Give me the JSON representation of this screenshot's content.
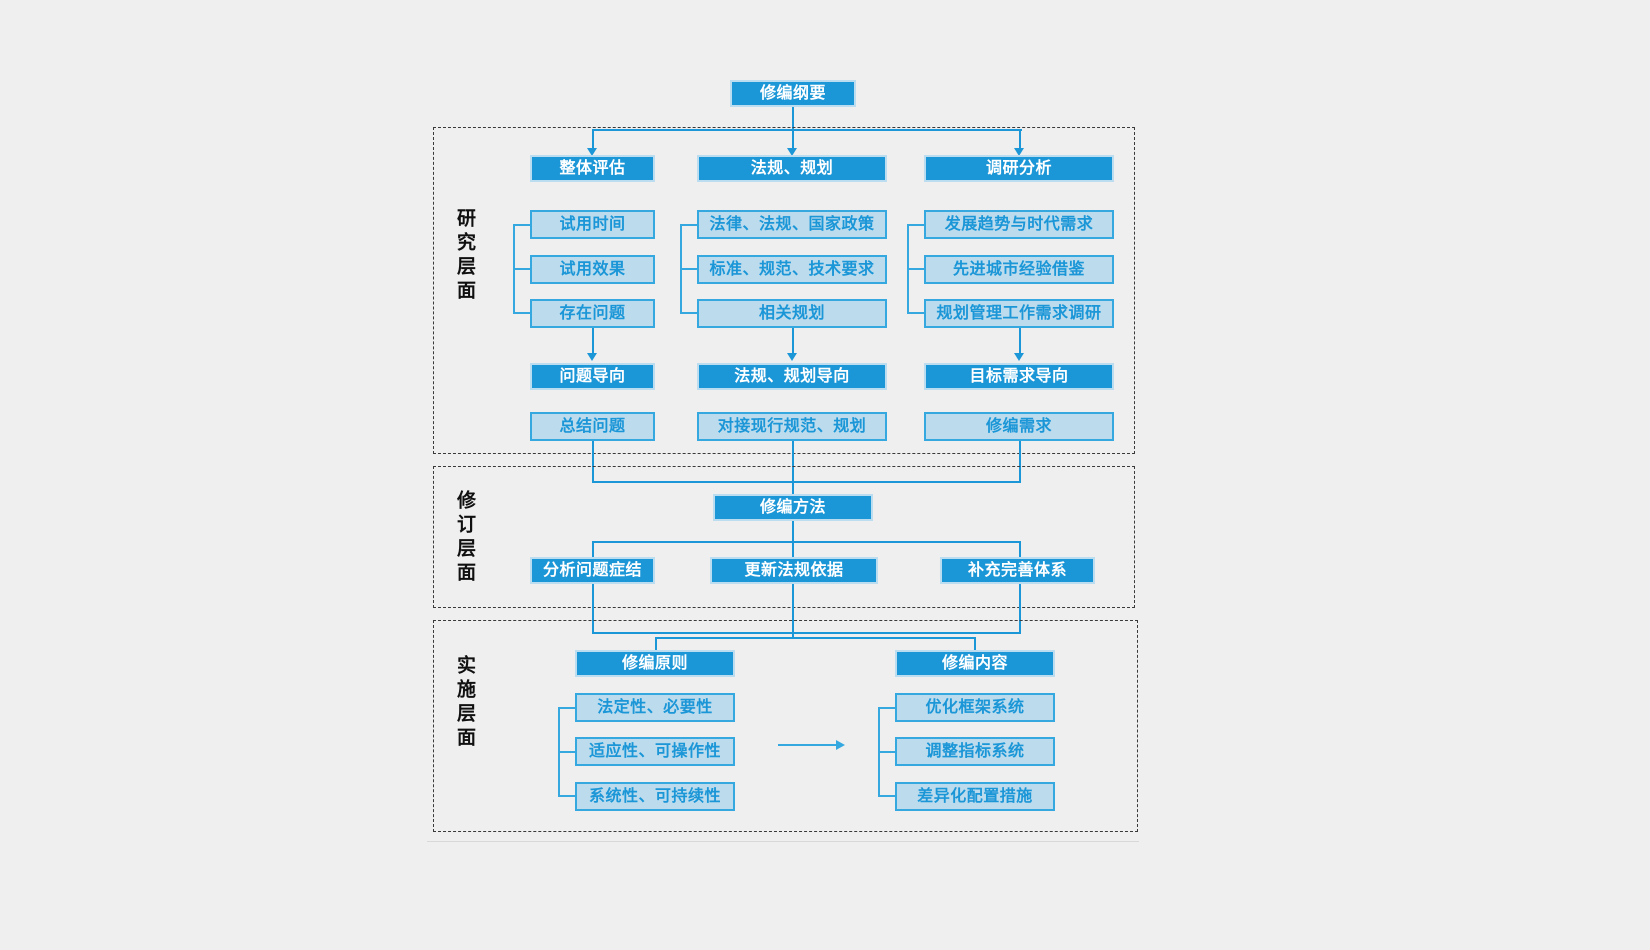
{
  "diagram": {
    "title_box": {
      "label": "修编纲要"
    },
    "layers": [
      {
        "id": "research",
        "label": "研究层面",
        "columns": [
          {
            "head": "整体评估",
            "items": [
              "试用时间",
              "试用效果",
              "存在问题"
            ],
            "orientation": "问题导向",
            "result": "总结问题"
          },
          {
            "head": "法规、规划",
            "items": [
              "法律、法规、国家政策",
              "标准、规范、技术要求",
              "相关规划"
            ],
            "orientation": "法规、规划导向",
            "result": "对接现行规范、规划"
          },
          {
            "head": "调研分析",
            "items": [
              "发展趋势与时代需求",
              "先进城市经验借鉴",
              "规划管理工作需求调研"
            ],
            "orientation": "目标需求导向",
            "result": "修编需求"
          }
        ]
      },
      {
        "id": "revision",
        "label": "修订层面",
        "head": "修编方法",
        "items": [
          "分析问题症结",
          "更新法规依据",
          "补充完善体系"
        ]
      },
      {
        "id": "implementation",
        "label": "实施层面",
        "groups": [
          {
            "head": "修编原则",
            "items": [
              "法定性、必要性",
              "适应性、可操作性",
              "系统性、可持续性"
            ]
          },
          {
            "head": "修编内容",
            "items": [
              "优化框架系统",
              "调整指标系统",
              "差异化配置措施"
            ]
          }
        ]
      }
    ]
  },
  "colors": {
    "background": "#efefef",
    "dark_box_fill": "#1b96d7",
    "dark_box_border": "#bcddf0",
    "dark_box_text": "#ffffff",
    "light_box_fill": "#bcdcee",
    "light_box_border": "#35a8e0",
    "light_box_text": "#1b96d7",
    "connector": "#1b96d7",
    "layer_border": "#3a3a3a",
    "label_text": "#101010"
  }
}
